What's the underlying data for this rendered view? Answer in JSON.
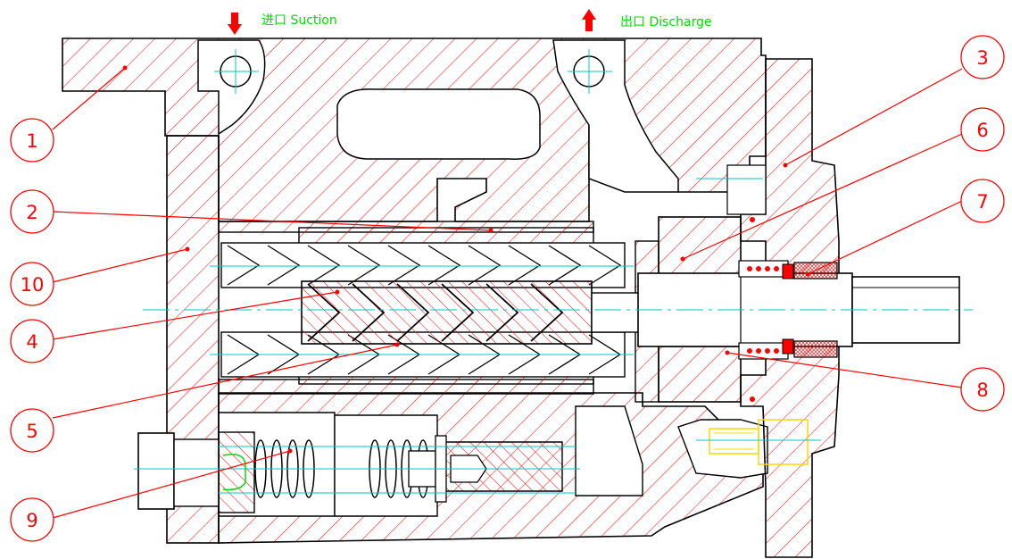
{
  "header": {
    "suction_label": "进口 Suction",
    "discharge_label": "出口 Discharge"
  },
  "callouts": [
    {
      "id": "1",
      "label": "1"
    },
    {
      "id": "2",
      "label": "2"
    },
    {
      "id": "3",
      "label": "3"
    },
    {
      "id": "4",
      "label": "4"
    },
    {
      "id": "5",
      "label": "5"
    },
    {
      "id": "6",
      "label": "6"
    },
    {
      "id": "7",
      "label": "7"
    },
    {
      "id": "8",
      "label": "8"
    },
    {
      "id": "9",
      "label": "9"
    },
    {
      "id": "10",
      "label": "10"
    }
  ],
  "colors": {
    "outline": "#000000",
    "hatch": "#ff0000",
    "leader": "#ff0000",
    "centerline": "#00c8c8",
    "text": "#00dd00",
    "fastener": "#ffd700"
  }
}
